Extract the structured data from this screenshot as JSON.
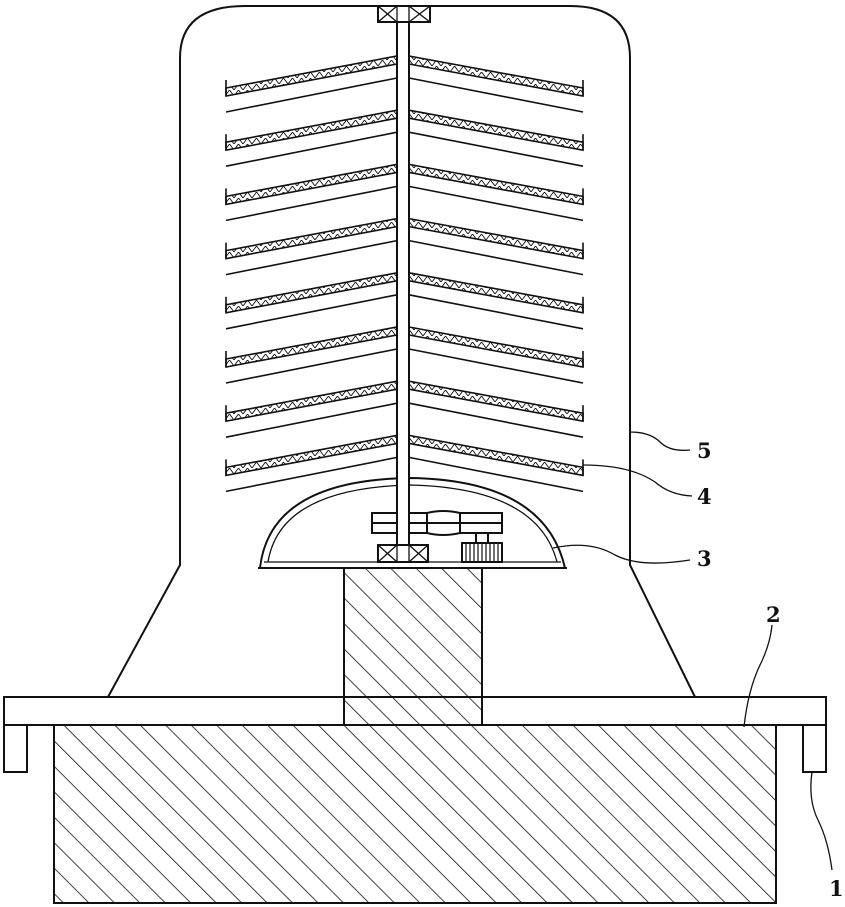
{
  "drawing": {
    "labels": [
      {
        "id": "base",
        "text": "1"
      },
      {
        "id": "support",
        "text": "2"
      },
      {
        "id": "dome-cover",
        "text": "3"
      },
      {
        "id": "tray",
        "text": "4"
      },
      {
        "id": "housing",
        "text": "5"
      }
    ],
    "tray_levels": 8,
    "colors": {
      "line": "#111111",
      "background": "#ffffff"
    }
  }
}
